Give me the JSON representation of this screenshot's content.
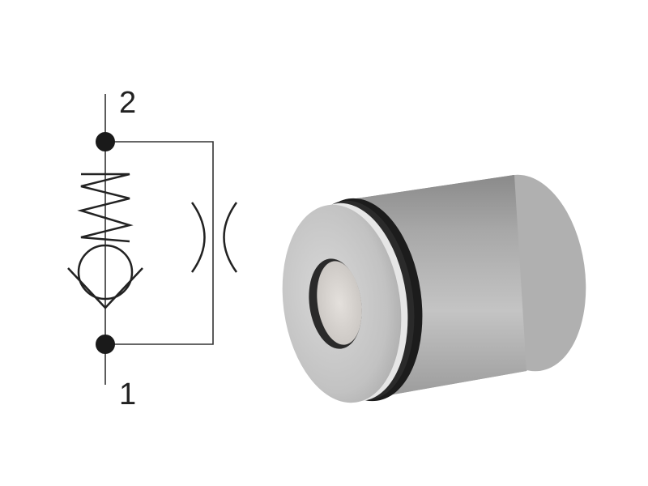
{
  "diagram": {
    "type": "hydraulic check valve with parallel orifice",
    "symbol": {
      "ports": [
        {
          "id": "port-2",
          "label": "2",
          "position": "top"
        },
        {
          "id": "port-1",
          "label": "1",
          "position": "bottom"
        }
      ],
      "elements": [
        "spring",
        "check-ball",
        "valve-seat",
        "parallel-orifice",
        "junction-dots"
      ],
      "line_color": "#333333"
    },
    "product_image": {
      "description": "cylindrical cartridge insert with O-ring and central bore",
      "body_color": "#b8b8b8",
      "oring_color": "#1a1a1a"
    }
  }
}
